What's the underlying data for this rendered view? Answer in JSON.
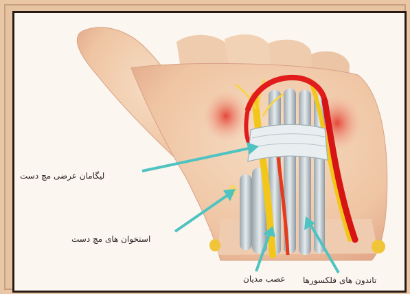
{
  "labels": {
    "transverse_ligament": "لیگامان عرضی مچ دست",
    "wrist_bones": "استخوان های مچ دست",
    "median_nerve": "عصب مدیان",
    "flexor_tendons": "تاندون های فلکسورها"
  }
}
